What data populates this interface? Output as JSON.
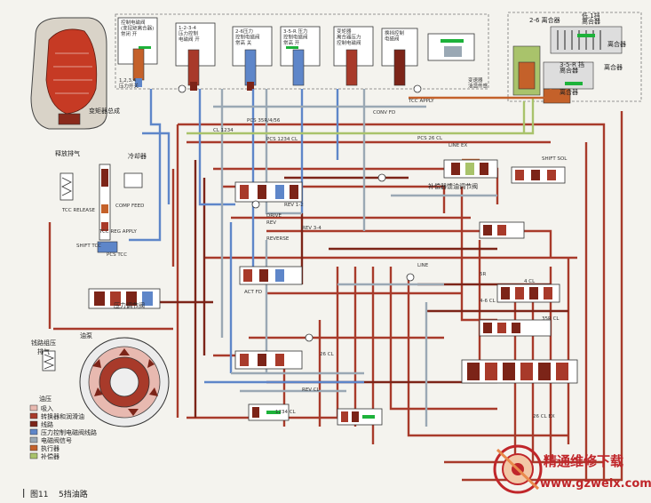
{
  "figure": {
    "number": "图11",
    "title": "5挡油路"
  },
  "components": {
    "converter": "变矩器总成",
    "cooler": "冷却器",
    "pump": "油泵",
    "exhaust_top": "释放排气",
    "exhaust_bottom": "钱路组压",
    "exhaust_bottom2": "排气",
    "comp_valve": "补偿器馈油调节阀",
    "pressure_reg": "压力调节阀",
    "solenoids": [
      "控制电磁阀\n(变扭矩离合器)\n常闭 开",
      "1-2-3-4\n压力控制\n电磁阀 开",
      "2-6压力\n控制电磁阀\n常高 关",
      "3-5-R 压力\n控制电磁阀\n常高 开",
      "变矩器\n离合器压力\n控制电磁阀",
      "换挡控制\n电磁阀"
    ],
    "sensor_label": "1,2,3,4\n压力开关",
    "range_label": "变速器\n油温传感",
    "clutches": {
      "c26": "2-6 离合器",
      "c123": "低,1挡\n离合器",
      "c35r": "3-5-R 挡\n离合器",
      "c4": "离合器",
      "c_right1": "离合器",
      "c_right2": "离合器"
    }
  },
  "legend": {
    "title": "油压",
    "items": [
      {
        "color": "#e8b9b0",
        "label": "吸入"
      },
      {
        "color": "#a83a2a",
        "label": "转换器和润滑油"
      },
      {
        "color": "#7c2418",
        "label": "线路"
      },
      {
        "color": "#5e86c9",
        "label": "压力控制电磁阀线路"
      },
      {
        "color": "#9aa8b4",
        "label": "电磁阀信号"
      },
      {
        "color": "#c4612a",
        "label": "执行器"
      },
      {
        "color": "#a9c36b",
        "label": "补偿器"
      }
    ]
  },
  "line_tags": [
    "PCS 35R/4/56",
    "PCS 26 CL",
    "PCS 1234 CL",
    "PCS TCC",
    "COMP FEED",
    "CL 1234",
    "SHIFT TCC",
    "TCC REG APPLY",
    "DRIVE",
    "REV",
    "4 CL",
    "35R CL",
    "26 CL",
    "REVERSE",
    "LINE",
    "1234 CL",
    "REV 1-2",
    "REV 3-4",
    "ACT FD",
    "LINE EX",
    "SHIFT SOL",
    "TCC APPLY",
    "CONV FD",
    "TCC RELEASE",
    "REV CL",
    "5R",
    "4-6 CL",
    "26 CL EX"
  ],
  "watermark": {
    "name": "精通维修下载",
    "url": "www.gzweix.com"
  },
  "colors": {
    "suction": "#e8b9b0",
    "converter": "#a83a2a",
    "line": "#7c2418",
    "pcs": "#5e86c9",
    "signal": "#9aa8b4",
    "actuator": "#c4612a",
    "compensator": "#a9c36b",
    "accent": "#c0262a"
  }
}
